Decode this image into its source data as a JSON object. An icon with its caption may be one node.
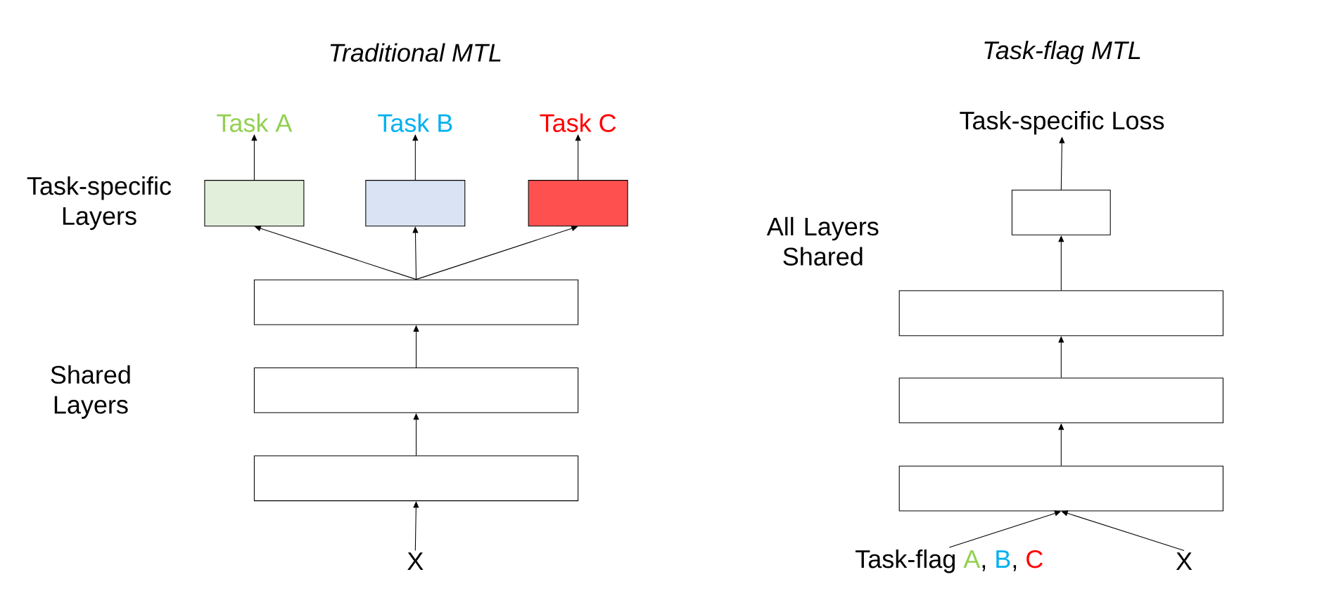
{
  "diagram": {
    "nodes": [
      {
        "text": [
          "Task A"
        ]
      },
      {
        "text": [
          "Task B"
        ]
      },
      {
        "text": [
          "Task C"
        ]
      },
      {
        "text": [],
        "shape": "box"
      },
      {
        "text": [],
        "shape": "box"
      },
      {
        "text": [],
        "shape": "box"
      },
      {
        "text": [],
        "shape": "box"
      },
      {
        "text": [],
        "shape": "box"
      },
      {
        "text": [],
        "shape": "box"
      },
      {
        "text": [
          "X"
        ]
      },
      {
        "text": [
          "Task-specific Loss"
        ]
      },
      {
        "text": [],
        "shape": "box"
      },
      {
        "text": [],
        "shape": "box"
      },
      {
        "text": [],
        "shape": "box"
      },
      {
        "text": [],
        "shape": "box"
      },
      {
        "text": [
          "Task-flag",
          "A",
          ",",
          "B",
          ",",
          "C"
        ]
      },
      {
        "text": [
          "X"
        ]
      }
    ],
    "edges": [
      {
        "from": 9,
        "to": 8,
        "arrow": "to"
      },
      {
        "from": 8,
        "to": 7,
        "arrow": "to"
      },
      {
        "from": 7,
        "to": 6,
        "arrow": "to"
      },
      {
        "from": 6,
        "to": 3,
        "arrow": "to"
      },
      {
        "from": 6,
        "to": 4,
        "arrow": "to"
      },
      {
        "from": 6,
        "to": 5,
        "arrow": "to"
      },
      {
        "from": 3,
        "to": 0,
        "arrow": "to"
      },
      {
        "from": 4,
        "to": 1,
        "arrow": "to"
      },
      {
        "from": 5,
        "to": 2,
        "arrow": "to"
      },
      {
        "from": 15,
        "to": 14,
        "arrow": "to"
      },
      {
        "from": 16,
        "to": 14,
        "arrow": "to"
      },
      {
        "from": 14,
        "to": 13,
        "arrow": "to"
      },
      {
        "from": 13,
        "to": 12,
        "arrow": "to"
      },
      {
        "from": 12,
        "to": 11,
        "arrow": "to"
      },
      {
        "from": 11,
        "to": 10,
        "arrow": "to"
      }
    ],
    "labels": [
      "Traditional MTL",
      "Task-flag MTL",
      "Task-specific Layers",
      "Shared Layers",
      "All Layers Shared"
    ]
  }
}
